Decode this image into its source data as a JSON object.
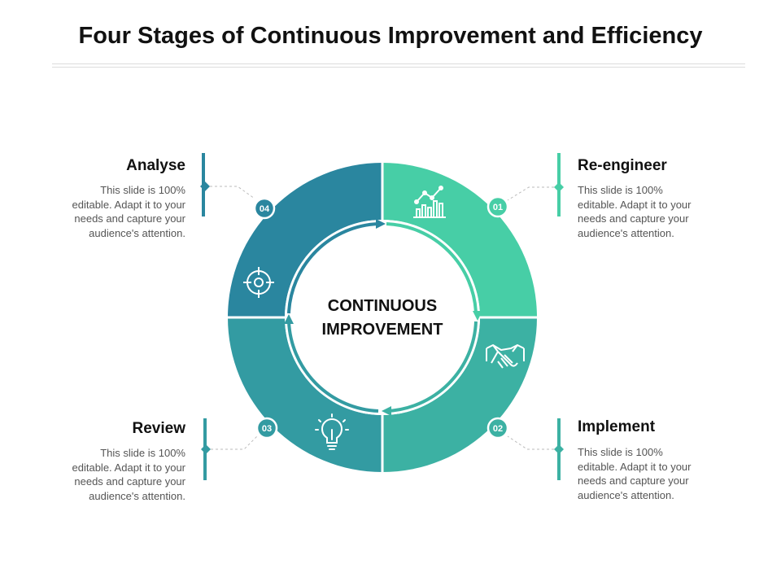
{
  "title": "Four Stages of Continuous Improvement and Efficiency",
  "center": {
    "line1": "CONTINUOUS",
    "line2": "IMPROVEMENT"
  },
  "colors": {
    "stage_01": "#47cea6",
    "stage_02": "#3cb1a3",
    "stage_03": "#339ba2",
    "stage_04": "#2a869f",
    "bar_01": "#47cea6",
    "bar_02": "#3cb1a3",
    "bar_03": "#339ba2",
    "bar_04": "#2a869f"
  },
  "stages": [
    {
      "number": "01",
      "title": "Re-engineer",
      "description_lines": [
        "This slide is 100%",
        "editable. Adapt it to your",
        "needs and capture your",
        "audience's attention."
      ],
      "icon": "chart-trend-icon"
    },
    {
      "number": "02",
      "title": "Implement",
      "description_lines": [
        "This slide is 100%",
        "editable. Adapt it to your",
        "needs and capture your",
        "audience's attention."
      ],
      "icon": "handshake-icon"
    },
    {
      "number": "03",
      "title": "Review",
      "description_lines": [
        "This slide is 100%",
        "editable. Adapt it to your",
        "needs and capture your",
        "audience's attention."
      ],
      "icon": "lightbulb-icon"
    },
    {
      "number": "04",
      "title": "Analyse",
      "description_lines": [
        "This slide is 100%",
        "editable. Adapt it to your",
        "needs and capture your",
        "audience's attention."
      ],
      "icon": "target-icon"
    }
  ]
}
